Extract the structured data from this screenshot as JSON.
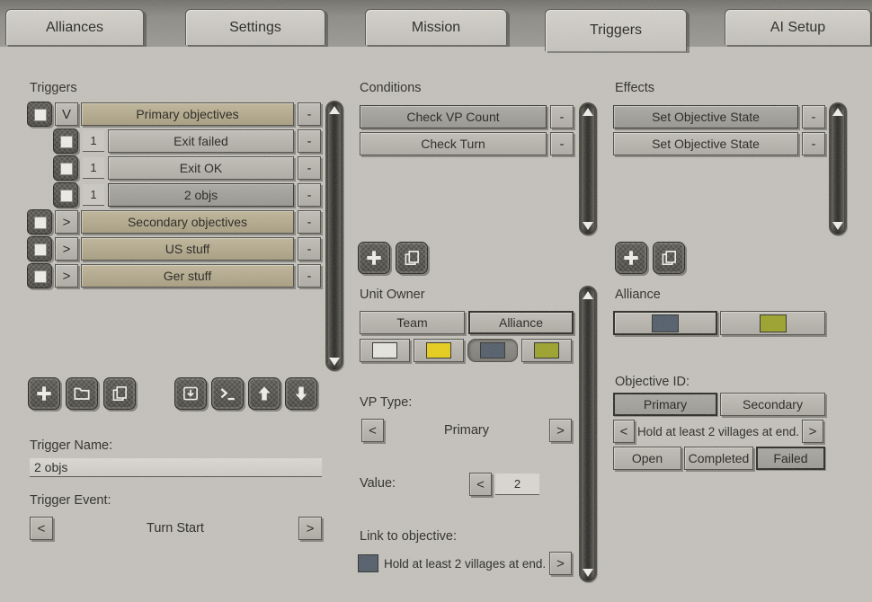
{
  "window": {
    "tabs": [
      {
        "label": "Alliances"
      },
      {
        "label": "Settings"
      },
      {
        "label": "Mission"
      },
      {
        "label": "Triggers"
      },
      {
        "label": "AI Setup"
      }
    ],
    "active_tab": "Triggers"
  },
  "triggers": {
    "title": "Triggers",
    "remove_label": "-",
    "rows": [
      {
        "toggle": "V",
        "label": "Primary objectives",
        "kind": "group",
        "selected": false
      },
      {
        "toggle": "1",
        "label": "Exit failed",
        "kind": "child",
        "selected": false
      },
      {
        "toggle": "1",
        "label": "Exit OK",
        "kind": "child",
        "selected": false
      },
      {
        "toggle": "1",
        "label": "2 objs",
        "kind": "child",
        "selected": true
      },
      {
        "toggle": ">",
        "label": "Secondary objectives",
        "kind": "group",
        "selected": false
      },
      {
        "toggle": ">",
        "label": "US stuff",
        "kind": "group",
        "selected": false
      },
      {
        "toggle": ">",
        "label": "Ger stuff",
        "kind": "group",
        "selected": false
      }
    ],
    "name_field": {
      "label": "Trigger Name:",
      "value": "2 objs"
    },
    "event_field": {
      "label": "Trigger Event:",
      "value": "Turn Start",
      "prev": "<",
      "next": ">"
    }
  },
  "conditions": {
    "title": "Conditions",
    "remove_label": "-",
    "rows": [
      {
        "label": "Check VP Count",
        "selected": true
      },
      {
        "label": "Check Turn",
        "selected": false
      }
    ],
    "unit_owner": {
      "label": "Unit Owner",
      "team": "Team",
      "alliance": "Alliance",
      "selected_button": "Alliance",
      "swatches": [
        {
          "name": "white",
          "color": "#e9e9e4",
          "selected": false
        },
        {
          "name": "yellow",
          "color": "#ecd011",
          "selected": false
        },
        {
          "name": "slate-blue",
          "color": "#4e5a68",
          "selected": true
        },
        {
          "name": "olive",
          "color": "#9ba324",
          "selected": false
        }
      ]
    },
    "vp_type": {
      "label": "VP Type:",
      "value": "Primary",
      "prev": "<",
      "next": ">"
    },
    "value": {
      "label": "Value:",
      "prev": "<",
      "value": "2"
    },
    "link": {
      "label": "Link to objective:",
      "swatch_color": "#4e5a68",
      "value": "Hold at least 2 villages at end.",
      "next": ">"
    }
  },
  "effects": {
    "title": "Effects",
    "remove_label": "-",
    "rows": [
      {
        "label": "Set Objective State",
        "selected": true
      },
      {
        "label": "Set Objective State",
        "selected": false
      }
    ],
    "alliance": {
      "label": "Alliance",
      "swatches": [
        {
          "name": "slate-blue",
          "color": "#4e5a68",
          "selected": true
        },
        {
          "name": "olive",
          "color": "#9ba324",
          "selected": false
        }
      ]
    },
    "objective": {
      "label": "Objective ID:",
      "primary": "Primary",
      "secondary": "Secondary",
      "selected_type": "Primary",
      "prev": "<",
      "next": ">",
      "value": "Hold at least 2 villages at end.",
      "states": [
        {
          "label": "Open",
          "selected": false
        },
        {
          "label": "Completed",
          "selected": false
        },
        {
          "label": "Failed",
          "selected": true
        }
      ]
    }
  },
  "icons": {
    "trigger_toolbar": [
      "plus",
      "folder",
      "duplicate",
      "import-tray",
      "console-prompt",
      "arrow-up",
      "arrow-down"
    ],
    "list_toolbar": [
      "plus",
      "duplicate"
    ],
    "scrollbar": [
      "scroll-up-arrow",
      "scroll-down-arrow"
    ]
  },
  "colors": {
    "background": "#c5c3bc",
    "group_button_tan": "#b2a88a",
    "button_gray": "#b6b4ac",
    "selected_gray": "#a3a29b",
    "dark_button": "#4e4d47",
    "text": "#22211c"
  }
}
